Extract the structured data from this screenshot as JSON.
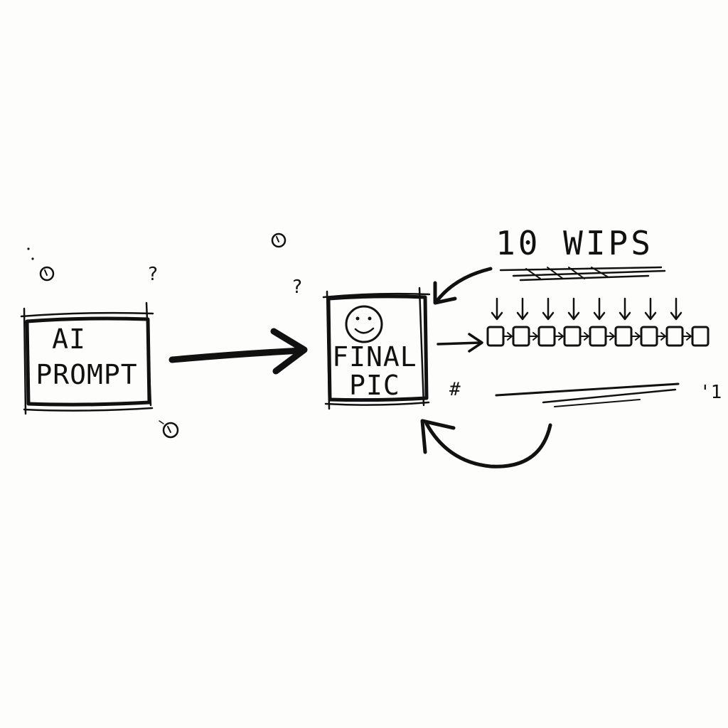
{
  "diagram": {
    "nodes": {
      "prompt": {
        "lines": [
          "AI",
          "PROMPT"
        ]
      },
      "final": {
        "lines": [
          "FINAL",
          "PIC"
        ]
      }
    },
    "wips_label": "10 WIPS",
    "wip_count": 9,
    "doodles": {
      "question": "?",
      "hash": "#",
      "tick": "'1"
    }
  },
  "colors": {
    "ink": "#111111",
    "paper": "#fdfdfc"
  }
}
